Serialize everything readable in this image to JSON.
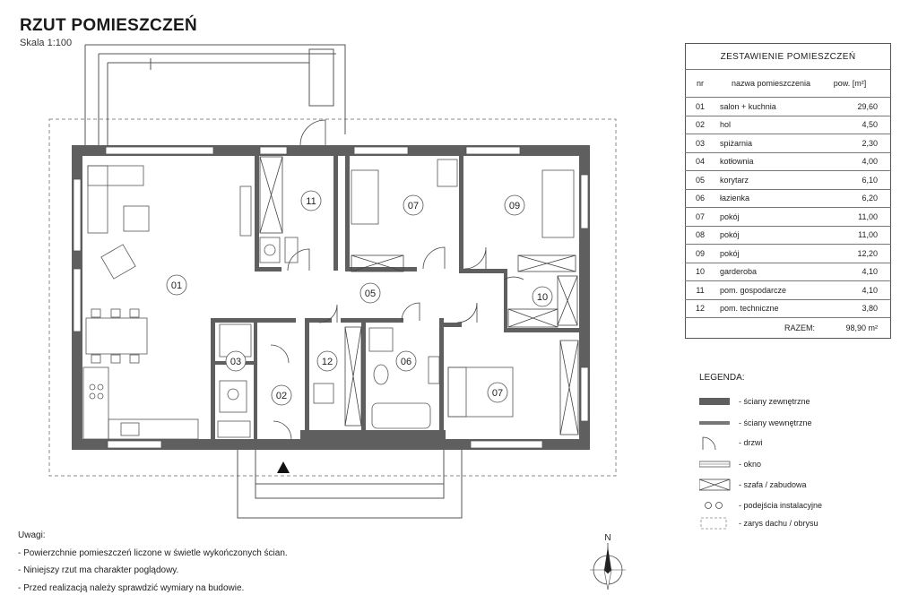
{
  "header": {
    "title": "RZUT POMIESZCZEŃ",
    "scale": "Skala 1:100"
  },
  "room_labels": [
    "01",
    "02",
    "03",
    "05",
    "06",
    "07",
    "07",
    "09",
    "10",
    "11",
    "12"
  ],
  "table": {
    "title": "ZESTAWIENIE POMIESZCZEŃ",
    "columns": [
      "nr",
      "nazwa pomieszczenia",
      "pow. [m²]"
    ],
    "rows": [
      {
        "nr": "01",
        "name": "salon + kuchnia",
        "area": "29,60"
      },
      {
        "nr": "02",
        "name": "hol",
        "area": "4,50"
      },
      {
        "nr": "03",
        "name": "spiżarnia",
        "area": "2,30"
      },
      {
        "nr": "04",
        "name": "kotłownia",
        "area": "4,00"
      },
      {
        "nr": "05",
        "name": "korytarz",
        "area": "6,10"
      },
      {
        "nr": "06",
        "name": "łazienka",
        "area": "6,20"
      },
      {
        "nr": "07",
        "name": "pokój",
        "area": "11,00"
      },
      {
        "nr": "08",
        "name": "pokój",
        "area": "11,00"
      },
      {
        "nr": "09",
        "name": "pokój",
        "area": "12,20"
      },
      {
        "nr": "10",
        "name": "garderoba",
        "area": "4,10"
      },
      {
        "nr": "11",
        "name": "pom. gospodarcze",
        "area": "4,10"
      },
      {
        "nr": "12",
        "name": "pom. techniczne",
        "area": "3,80"
      }
    ],
    "total_label": "RAZEM:",
    "total_value": "98,90 m²"
  },
  "legend": {
    "title": "LEGENDA:",
    "items": [
      {
        "symbol": "exterior-wall",
        "label": "- ściany zewnętrzne"
      },
      {
        "symbol": "interior-wall",
        "label": "- ściany wewnętrzne"
      },
      {
        "symbol": "door",
        "label": "- drzwi"
      },
      {
        "symbol": "window",
        "label": "- okno"
      },
      {
        "symbol": "wardrobe",
        "label": "- szafa / zabudowa"
      },
      {
        "symbol": "utility-connections",
        "label": "- podejścia instalacyjne"
      },
      {
        "symbol": "roof-outline",
        "label": "- zarys dachu / obrysu"
      }
    ]
  },
  "notes": {
    "title": "Uwagi:",
    "lines": [
      "- Powierzchnie pomieszczeń liczone w świetle wykończonych ścian.",
      "- Niniejszy rzut ma charakter poglądowy.",
      "- Przed realizacją należy sprawdzić wymiary na budowie."
    ]
  },
  "compass": {
    "label": "N"
  },
  "colors": {
    "wall": "#5f5f5f",
    "line": "#333333",
    "dash": "#888888"
  }
}
